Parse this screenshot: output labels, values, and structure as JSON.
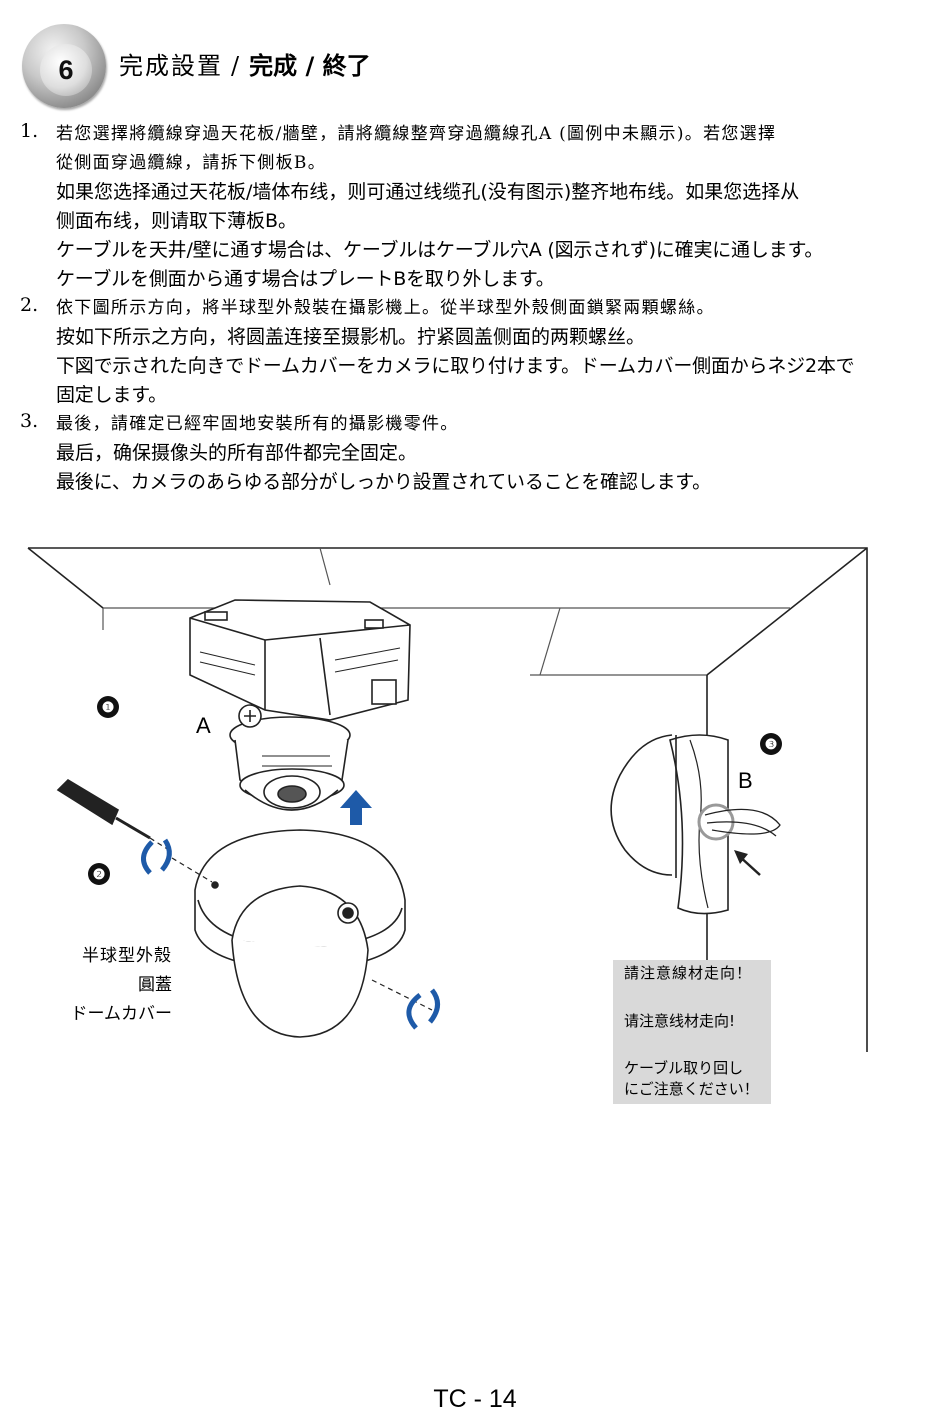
{
  "header": {
    "step_number": "6",
    "title_tc": "完成設置",
    "separator": "/",
    "title_rest": "完成 / 終了"
  },
  "steps": [
    {
      "number": "1.",
      "tc_lines": [
        "若您選擇將纜線穿過天花板/牆壁，請將纜線整齊穿過纜線孔A (圖例中未顯示)。若您選擇",
        "從側面穿過纜線，請拆下側板B。"
      ],
      "sc_lines": [
        "如果您选择通过天花板/墙体布线，则可通过线缆孔(没有图示)整齐地布线。如果您选择从",
        "侧面布线，则请取下薄板B。"
      ],
      "ja_lines": [
        "ケーブルを天井/壁に通す場合は、ケーブルはケーブル穴A (図示されず)に確実に通します。",
        "ケーブルを側面から通す場合はプレートBを取り外します。"
      ]
    },
    {
      "number": "2.",
      "tc_lines": [
        "依下圖所示方向，將半球型外殼裝在攝影機上。從半球型外殼側面鎖緊兩顆螺絲。"
      ],
      "sc_lines": [
        "按如下所示之方向，将圆盖连接至摄影机。拧紧圆盖侧面的两颗螺丝。"
      ],
      "ja_lines": [
        "下図で示された向きでドームカバーをカメラに取り付けます。ドームカバー側面からネジ2本で",
        "固定します。"
      ]
    },
    {
      "number": "3.",
      "tc_lines": [
        "最後，請確定已經牢固地安裝所有的攝影機零件。"
      ],
      "sc_lines": [
        "最后，确保摄像头的所有部件都完全固定。"
      ],
      "ja_lines": [
        "最後に、カメラのあらゆる部分がしっかり設置されていることを確認します。"
      ]
    }
  ],
  "figure": {
    "markers": [
      "❶",
      "❷",
      "❸"
    ],
    "label_a": "A",
    "label_b": "B",
    "cover_label": {
      "tc": "半球型外殼",
      "sc": "圓蓋",
      "ja": "ドームカバー"
    },
    "note": {
      "tc": "請注意線材走向！",
      "sc": "请注意线材走向!",
      "ja_line1": "ケーブル取り回し",
      "ja_line2": "にご注意ください！"
    }
  },
  "footer": {
    "page_number": "TC - 14"
  }
}
